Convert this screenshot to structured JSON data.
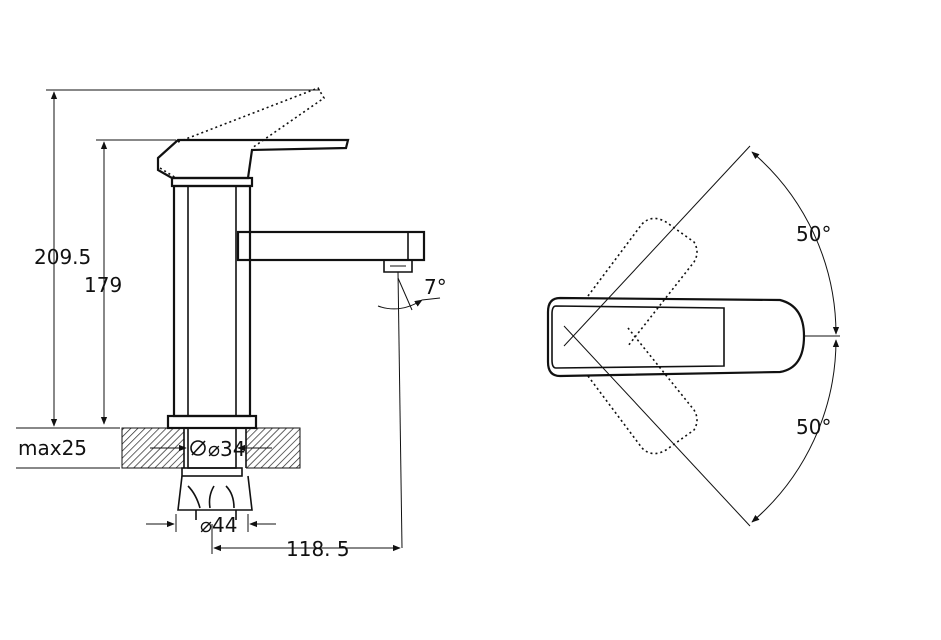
{
  "side_view": {
    "dimensions": {
      "total_height": "209.5",
      "body_height": "179",
      "spout_angle": "7°",
      "max_deck_thickness": "max25",
      "mount_diameter": "⌀34",
      "base_diameter": "⌀44",
      "spout_reach": "118. 5"
    }
  },
  "top_view": {
    "dimensions": {
      "rotation_up": "50°",
      "rotation_down": "50°"
    }
  },
  "colors": {
    "line": "#111111",
    "background": "#ffffff"
  }
}
